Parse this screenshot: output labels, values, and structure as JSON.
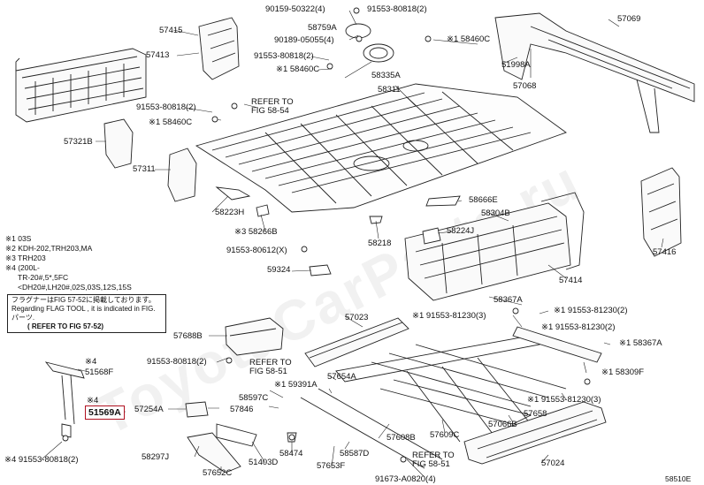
{
  "watermark": "ToyotaCarParts.ru",
  "diagram_code": "58510E",
  "notes": {
    "n1": "※1 03S",
    "n2": "※2 KDH-202,TRH203,MA",
    "n3": "※3 TRH203",
    "n4": "※4 (200L-",
    "n4b": "TR-20#,5*,5FC",
    "n4c": "<DH20#,LH20#,02S,03S,12S,15S",
    "ref_jp": "フラグナーはFIG 57-52に掲載しております。",
    "ref_en": "Regarding FLAG TOOL , it is indicated in FIG.パーツ.",
    "ref_link": "( REFER TO FIG 57-52)"
  },
  "labels": {
    "p57415": "57415",
    "p57413": "57413",
    "p57321B": "57321B",
    "p57311": "57311",
    "p58223H": "58223H",
    "p58266B": "※3 58266B",
    "p90159": "90159-50322(4)",
    "p58759A": "58759A",
    "p90189": "90189-05055(4)",
    "p91553a": "91553-80818(2)",
    "p58460Ca": "※1 58460C",
    "p91553b": "91553-80818(2)",
    "p58460Cb": "※1 58460C",
    "p91553c": "91553-80818(2)",
    "p58460Cc": "※1 58460C",
    "p58335A": "58335A",
    "p58311": "58311",
    "ref5854": "REFER TO",
    "ref5854b": "FIG 58-54",
    "p57069": "57069",
    "p51998A": "51998A",
    "p57068": "57068",
    "p58666E": "58666E",
    "p58304B": "58304B",
    "p58224J": "58224J",
    "p58218": "58218",
    "p91553d": "91553-80612(X)",
    "p59324": "59324",
    "p57416": "57416",
    "p57414": "57414",
    "p58367Aa": "58367A",
    "p91553e": "※1 91553-81230(3)",
    "p91553f": "※1 91553-81230(2)",
    "p91553g": "※1 91553-81230(2)",
    "p58367Ab": "※1 58367A",
    "p58309F": "※1 58309F",
    "p91553h": "※1 91553-81230(3)",
    "p57023": "57023",
    "p57688B": "57688B",
    "p91553i": "91553-80818(2)",
    "ref5851a": "REFER TO",
    "ref5851ab": "FIG 58-51",
    "p51568F": "51568F",
    "p51568Fn": "※4",
    "p51569A": "51569A",
    "p51569An": "※4",
    "p59391A": "※1 59391A",
    "p57654A": "57654A",
    "p57254A": "57254A",
    "p58597C": "58597C",
    "p57846": "57846",
    "p57658": "57658",
    "p57066B": "57066B",
    "p57608B": "57608B",
    "p57609C": "57609C",
    "p58474": "58474",
    "p58587D": "58587D",
    "p57653F": "57653F",
    "p51403D": "51403D",
    "p58297J": "58297J",
    "p57652C": "57652C",
    "p91553j": "※4 91553-80818(2)",
    "ref5851b": "REFER TO",
    "ref5851bb": "FIG 58-51",
    "p57024": "57024",
    "p91673": "91673-A0820(4)"
  }
}
